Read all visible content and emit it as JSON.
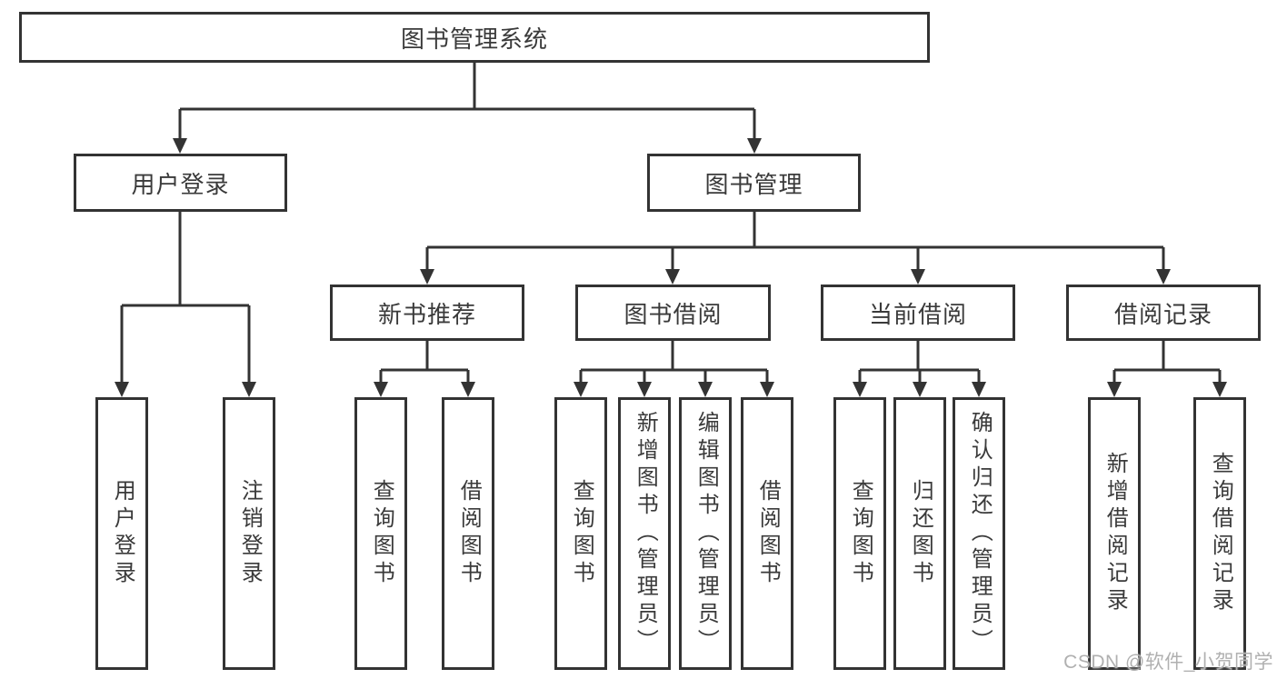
{
  "tree": {
    "root": {
      "label": "图书管理系统"
    },
    "branches": [
      {
        "label": "用户登录",
        "children": [
          {
            "label": "用户登录"
          },
          {
            "label": "注销登录"
          }
        ]
      },
      {
        "label": "图书管理",
        "children": [
          {
            "label": "新书推荐",
            "children": [
              {
                "label": "查询图书"
              },
              {
                "label": "借阅图书"
              }
            ]
          },
          {
            "label": "图书借阅",
            "children": [
              {
                "label": "查询图书"
              },
              {
                "label": "新增图书（管理员）"
              },
              {
                "label": "编辑图书（管理员）"
              },
              {
                "label": "借阅图书"
              }
            ]
          },
          {
            "label": "当前借阅",
            "children": [
              {
                "label": "查询图书"
              },
              {
                "label": "归还图书"
              },
              {
                "label": "确认归还（管理员）"
              }
            ]
          },
          {
            "label": "借阅记录",
            "children": [
              {
                "label": "新增借阅记录"
              },
              {
                "label": "查询借阅记录"
              }
            ]
          }
        ]
      }
    ]
  },
  "watermark": {
    "text": "CSDN @软件_小贺同学"
  },
  "colors": {
    "line": "#333333",
    "text": "#3a3a3a",
    "watermark": "#b0b0b0",
    "background": "#ffffff"
  }
}
